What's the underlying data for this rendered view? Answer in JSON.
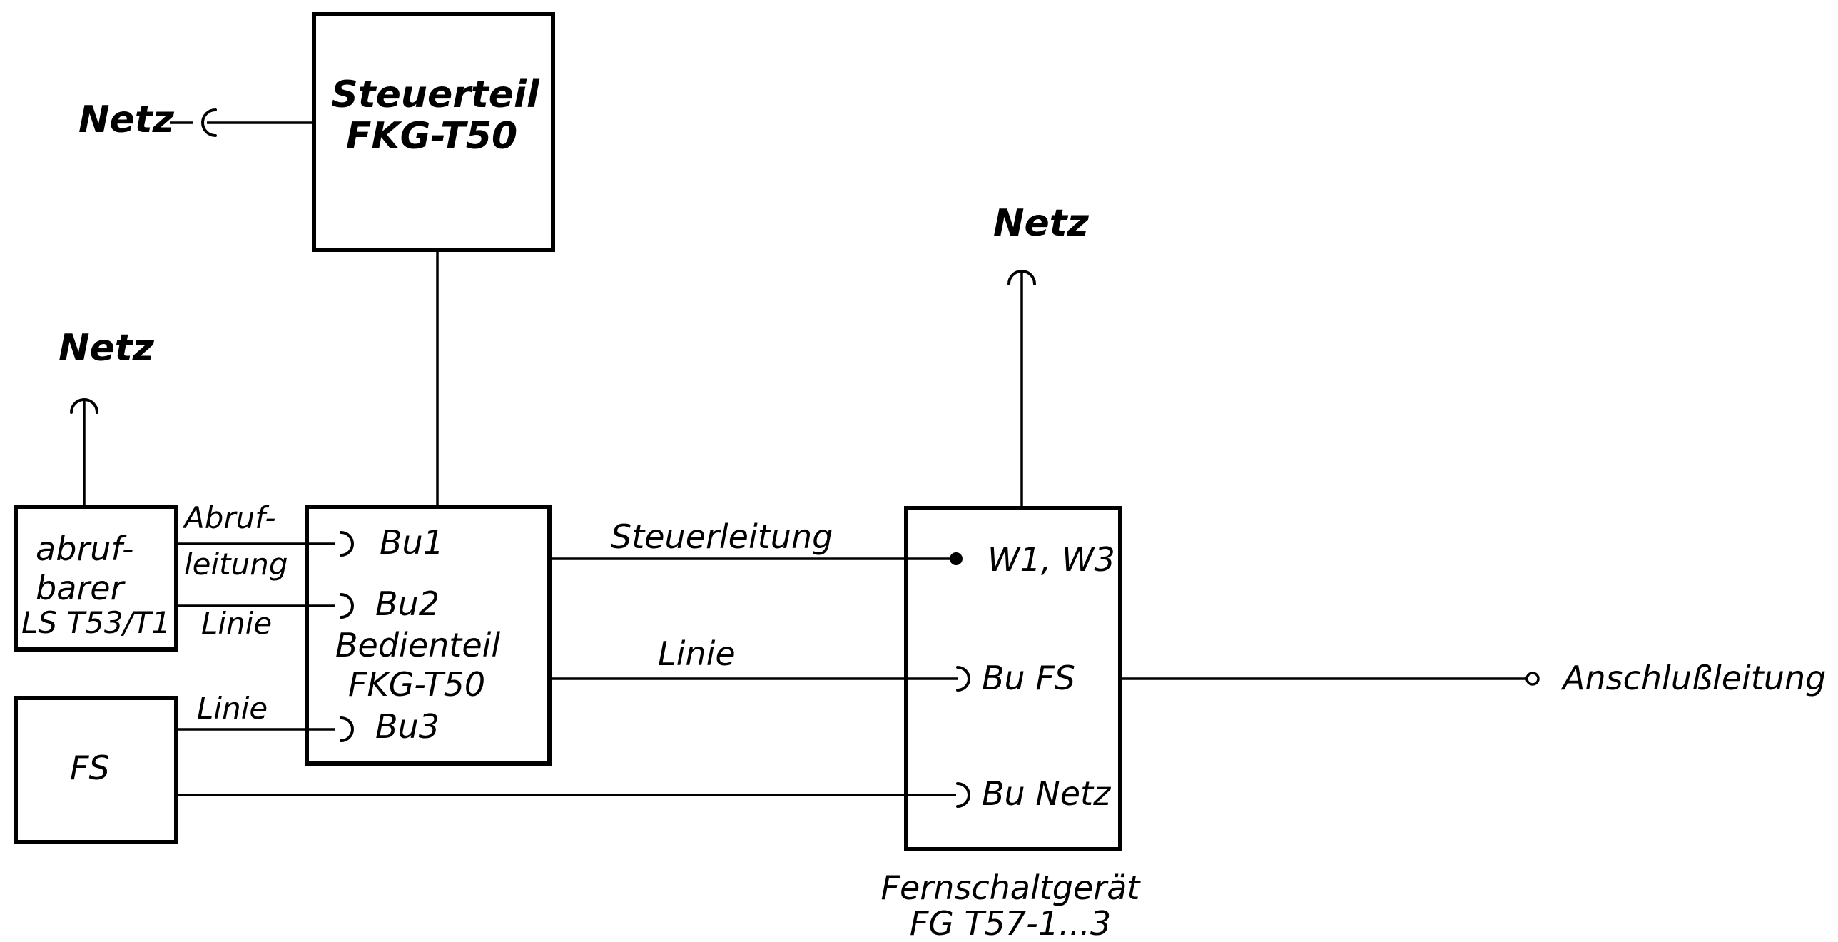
{
  "steuerteil": {
    "line1": "Steuerteil",
    "line2": "FKG-T50"
  },
  "bedienteil": {
    "bu1": "Bu1",
    "bu2": "Bu2",
    "bu3": "Bu3",
    "line1": "Bedienteil",
    "line2": "FKG-T50"
  },
  "abrufbarer": {
    "line1": "abruf-",
    "line2": "barer",
    "line3": "LS T53/T1"
  },
  "fs": {
    "label": "FS"
  },
  "fernschaltgeraet": {
    "w": "W1, W3",
    "bu_fs": "Bu FS",
    "bu_netz": "Bu Netz",
    "title1": "Fernschaltgerät",
    "title2": "FG T57-1...3"
  },
  "netz": {
    "top_left": "Netz",
    "left": "Netz",
    "right": "Netz"
  },
  "wires": {
    "abruf1": "Abruf-",
    "abruf2": "leitung",
    "linie_abruf": "Linie",
    "linie_fs": "Linie",
    "steuerleitung": "Steuerleitung",
    "linie_bedien": "Linie",
    "anschluss": "Anschlußleitung"
  }
}
